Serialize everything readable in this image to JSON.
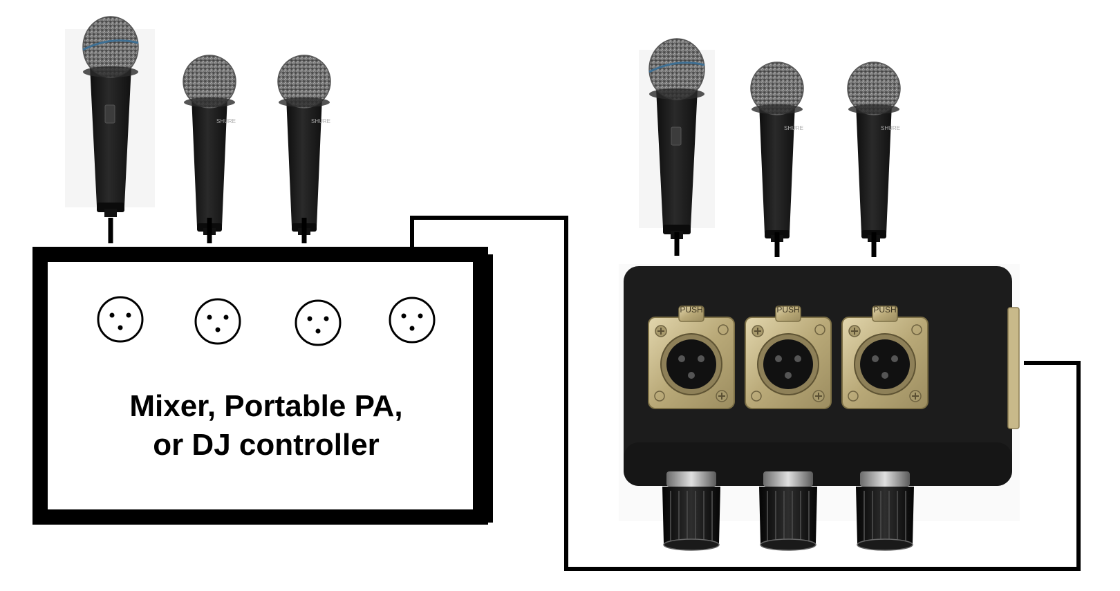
{
  "mixer": {
    "label_line1": "Mixer, Portable PA,",
    "label_line2": "or DJ controller",
    "xlr_inputs": 4
  },
  "microphones": {
    "left_group": [
      {
        "model": "beta-style",
        "brand_text": ""
      },
      {
        "model": "sm58-style",
        "brand_text": "SHURE"
      },
      {
        "model": "sm58-style",
        "brand_text": "SHURE"
      }
    ],
    "right_group": [
      {
        "model": "beta-style",
        "brand_text": ""
      },
      {
        "model": "sm58-style",
        "brand_text": "SHURE"
      },
      {
        "model": "sm58-style",
        "brand_text": "SHURE"
      }
    ]
  },
  "splitter_box": {
    "jack_label": "PUSH",
    "jacks": 3,
    "knobs": 3
  },
  "colors": {
    "line": "#000000",
    "box_body": "#1c1c1c",
    "jack_plate": "#c8b98a",
    "mic_grille": "#8c8c8c",
    "mic_ring": "#3e6f93"
  }
}
